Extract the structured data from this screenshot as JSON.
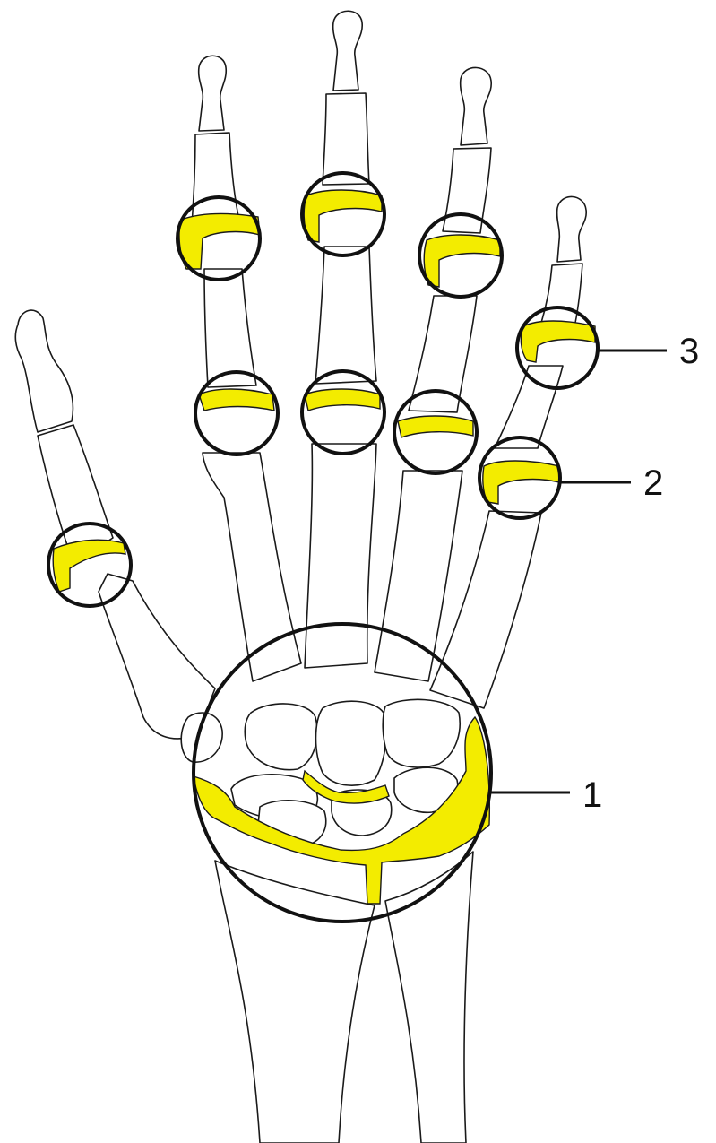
{
  "figure": {
    "callouts": [
      {
        "id": "1",
        "text": "1",
        "target": "wrist"
      },
      {
        "id": "2",
        "text": "2",
        "target": "little-finger-pip-joint"
      },
      {
        "id": "3",
        "text": "3",
        "target": "little-finger-dip-joint"
      }
    ]
  },
  "colors": {
    "highlight": "#f3ec00",
    "outline": "#111111",
    "background": "#ffffff"
  }
}
